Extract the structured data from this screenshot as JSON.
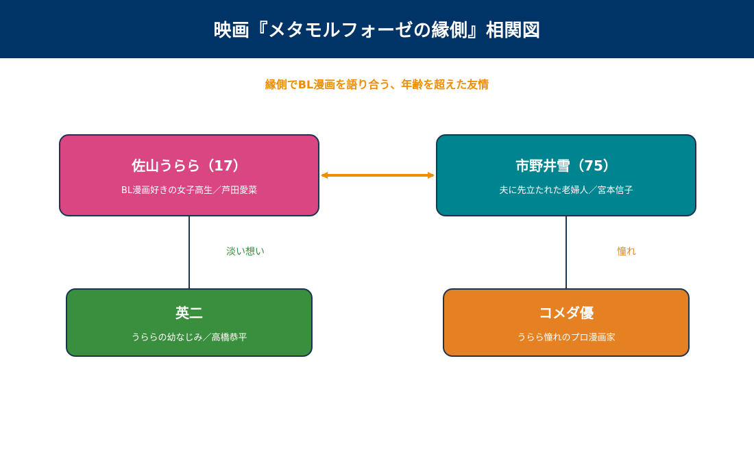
{
  "header": {
    "title": "映画『メタモルフォーゼの縁側』相関図"
  },
  "subtitle": "縁側でBL漫画を語り合う、年齢を超えた友情",
  "colors": {
    "header_bg": "#003366",
    "subtitle": "#f08c00",
    "urara": "#d94682",
    "yuki": "#008490",
    "eiji": "#3a8f3e",
    "comeda": "#e58123",
    "arrow": "#f08c00",
    "connector": "#1c3352",
    "label_eiji": "#3a8f3e",
    "label_comeda": "#d88a2e"
  },
  "nodes": {
    "urara": {
      "name": "佐山うらら（17）",
      "desc": "BL漫画好きの女子高生／芦田愛菜"
    },
    "yuki": {
      "name": "市野井雪（75）",
      "desc": "夫に先立たれた老婦人／宮本信子"
    },
    "eiji": {
      "name": "英二",
      "desc": "うららの幼なじみ／高橋恭平"
    },
    "comeda": {
      "name": "コメダ優",
      "desc": "うらら憧れのプロ漫画家"
    }
  },
  "relations": {
    "urara_eiji": "淡い想い",
    "yuki_comeda": "憧れ"
  }
}
